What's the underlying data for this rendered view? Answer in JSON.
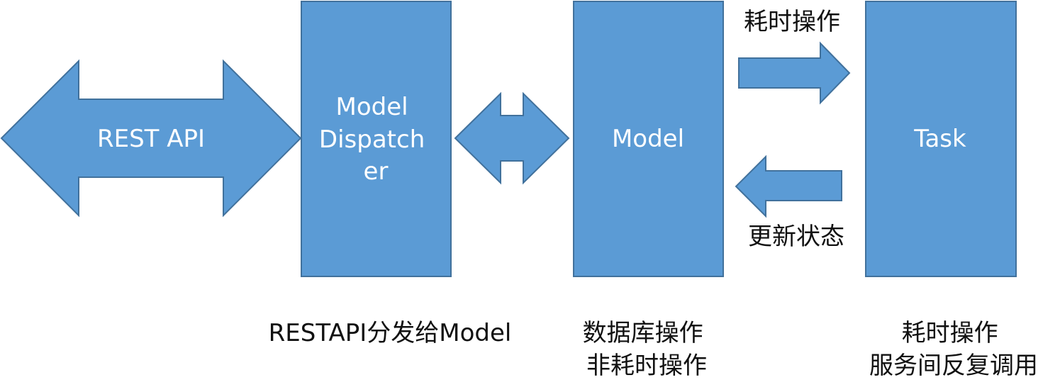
{
  "colors": {
    "shape_fill": "#5b9bd5",
    "shape_stroke": "#41719c",
    "shape_text": "#ffffff",
    "caption_text": "#111111"
  },
  "shapes": {
    "rest_api": "REST API",
    "dispatcher": [
      "Model",
      "Dispatch",
      "er"
    ],
    "model": "Model",
    "task": "Task"
  },
  "arrows": {
    "top_label": "耗时操作",
    "bottom_label": "更新状态"
  },
  "captions": {
    "dispatcher": "RESTAPI分发给Model",
    "model": [
      "数据库操作",
      "非耗时操作"
    ],
    "task": [
      "耗时操作",
      "服务间反复调用"
    ]
  }
}
